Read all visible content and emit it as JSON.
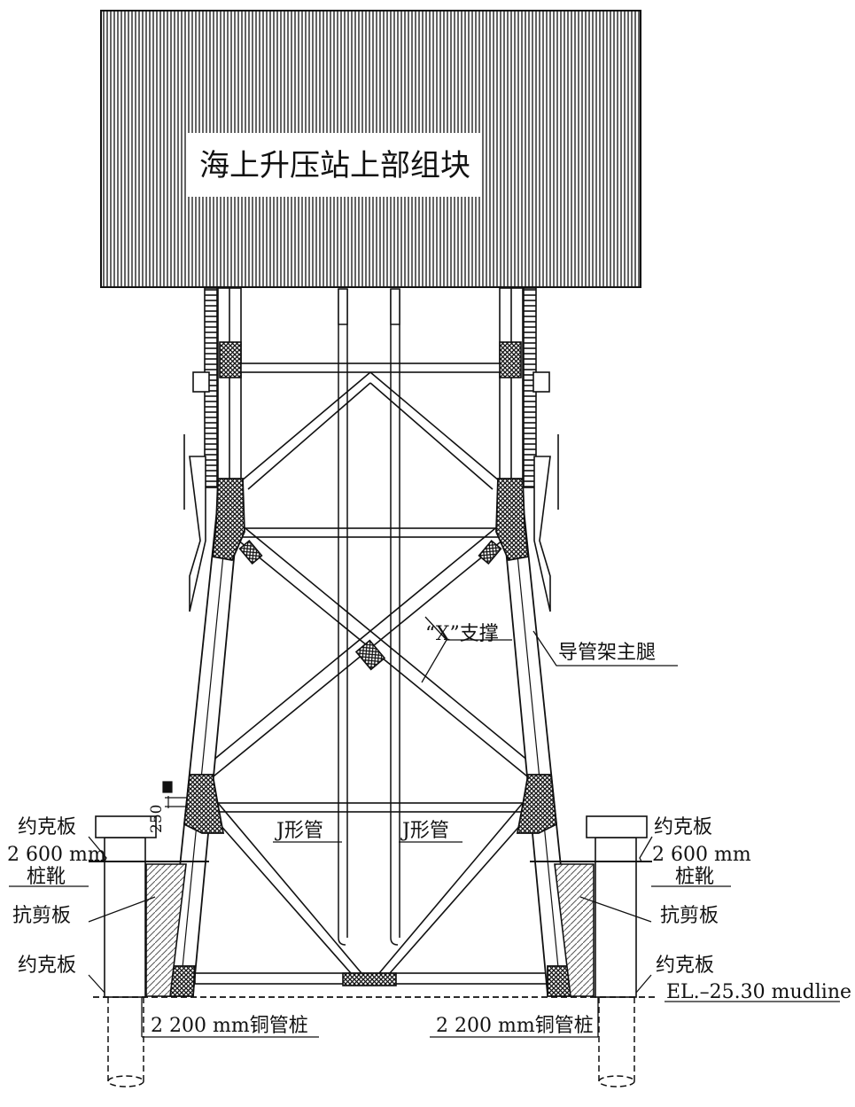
{
  "title": "海上升压站上部组块",
  "labels": {
    "x_brace": "“X”支撑",
    "main_leg": "导管架主腿",
    "j_tube_left": "J形管",
    "j_tube_right": "J形管",
    "yoke_upper_left": "约克板",
    "yoke_upper_right": "约克板",
    "pile_sleeve_size_left": "2 600 mm",
    "pile_sleeve_size_right": "2 600 mm",
    "pile_sleeve_left": "桩靴",
    "pile_sleeve_right": "桩靴",
    "shear_plate_left": "抗剪板",
    "shear_plate_right": "抗剪板",
    "yoke_lower_left": "约克板",
    "yoke_lower_right": "约克板",
    "mudline": "EL.–25.30 mudline",
    "pile_left": "2 200 mm铜管桩",
    "pile_right": "2 200 mm铜管桩",
    "dim_250": "250"
  },
  "colors": {
    "line": "#111111",
    "background": "#ffffff",
    "hatch": "#555555"
  }
}
